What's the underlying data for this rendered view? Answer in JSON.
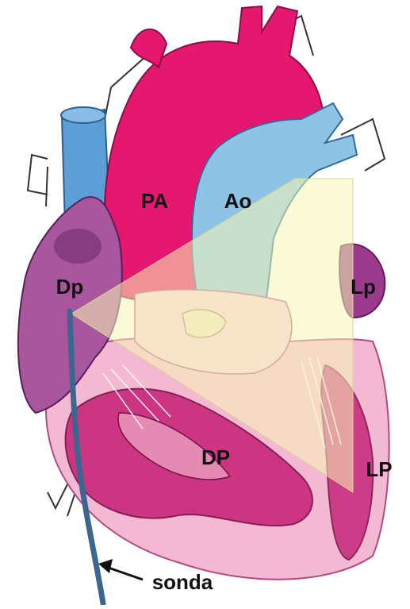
{
  "labels": {
    "pa": "PA",
    "ao": "Ao",
    "dp_upper": "Dp",
    "lp_upper": "Lp",
    "dp_lower": "DP",
    "lp_lower": "LP",
    "probe": "sonda"
  },
  "colors": {
    "pulmonary_artery": "#e5176f",
    "aorta": "#8fc3e6",
    "vena_cava": "#5b9fd6",
    "right_atrium": "#a8579f",
    "left_atrium": "#9c3b8d",
    "ventricle_wall": "#f3b8d2",
    "myocardium": "#c7277a",
    "probe": "#3a6690",
    "ultrasound_sector": "#f7f5b6"
  },
  "icons": {
    "probe_arrow": "arrow-pointing-up-left"
  }
}
